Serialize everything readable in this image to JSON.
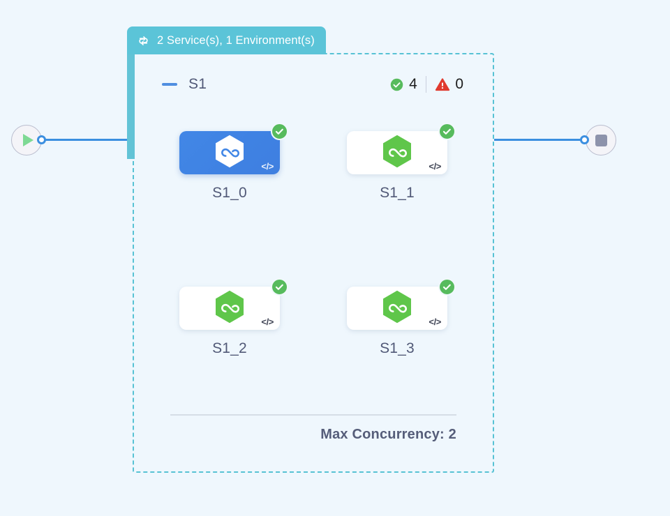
{
  "canvas": {
    "background_color": "#eff7fd"
  },
  "start_node": {
    "icon": "play-icon",
    "handle": "source-handle"
  },
  "end_node": {
    "icon": "stop-icon",
    "handle": "target-handle"
  },
  "group": {
    "header": {
      "icon": "loop-icon",
      "label": "2 Service(s), 1 Environment(s)",
      "background_color": "#5bc4d8"
    },
    "border_color": "#57c2d4",
    "stage": {
      "collapse_icon": "minus-icon",
      "label": "S1",
      "status": {
        "success_icon": "check-circle-icon",
        "success_count": "4",
        "error_icon": "warning-triangle-icon",
        "error_count": "0",
        "success_color": "#57bb5d",
        "error_color": "#e03a2f"
      }
    },
    "nodes": [
      {
        "id": "s1-0",
        "label": "S1_0",
        "selected": true,
        "hex_color": "#ffffff",
        "card_color": "#4287e6",
        "badge": "check-circle-icon",
        "code_glyph": "</>"
      },
      {
        "id": "s1-1",
        "label": "S1_1",
        "selected": false,
        "hex_color": "#5fc64a",
        "card_color": "#ffffff",
        "badge": "check-circle-icon",
        "code_glyph": "</>"
      },
      {
        "id": "s1-2",
        "label": "S1_2",
        "selected": false,
        "hex_color": "#5fc64a",
        "card_color": "#ffffff",
        "badge": "check-circle-icon",
        "code_glyph": "</>"
      },
      {
        "id": "s1-3",
        "label": "S1_3",
        "selected": false,
        "hex_color": "#5fc64a",
        "card_color": "#ffffff",
        "badge": "check-circle-icon",
        "code_glyph": "</>"
      }
    ],
    "footer": {
      "max_concurrency_label": "Max Concurrency: 2"
    }
  }
}
